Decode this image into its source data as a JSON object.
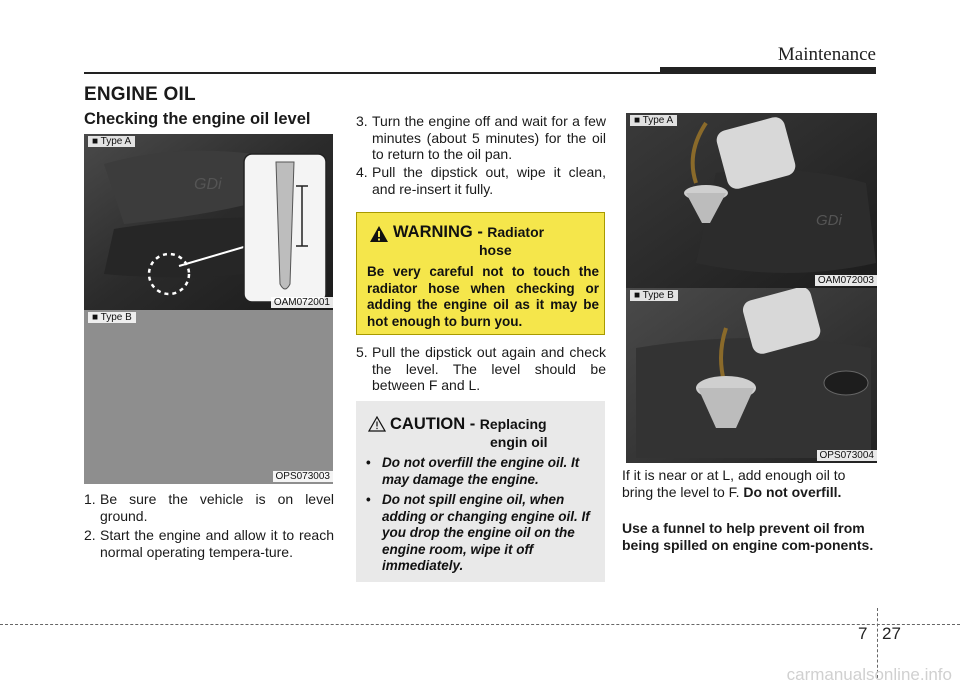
{
  "header": {
    "section": "Maintenance"
  },
  "section_title": "ENGINE OIL",
  "subheading": "Checking the engine oil level",
  "figures": {
    "left_top": {
      "tag": "■ Type A",
      "code": "OAM072001"
    },
    "left_bottom": {
      "tag": "■ Type B",
      "code": "OPS073003"
    },
    "right_top": {
      "tag": "■ Type A",
      "code": "OAM072003"
    },
    "right_bottom": {
      "tag": "■ Type B",
      "code": "OPS073004"
    }
  },
  "steps_left": [
    {
      "num": "1.",
      "text": "Be sure the vehicle is on level ground."
    },
    {
      "num": "2.",
      "text": "Start the engine and allow it to reach normal operating tempera-ture."
    }
  ],
  "steps_mid": [
    {
      "num": "3.",
      "text": "Turn the engine off and wait for a few minutes (about 5 minutes) for the oil to return to the oil pan."
    },
    {
      "num": "4.",
      "text": "Pull the dipstick out, wipe it clean, and re-insert it fully."
    },
    {
      "num": "5.",
      "text": "Pull the dipstick out again and check the level. The level should be between F and L."
    }
  ],
  "warning": {
    "label": "WARNING -",
    "topic_line1": "Radiator",
    "topic_line2": "hose",
    "text": "Be very careful not to touch the radiator hose when checking or adding the engine oil as it may be hot enough to burn you.",
    "color": "#f5e64b"
  },
  "caution": {
    "label": "CAUTION -",
    "topic_line1": "Replacing",
    "topic_line2": "engin oil",
    "items": [
      "Do not overfill the engine oil. It may damage the engine.",
      "Do not spill engine oil, when adding or changing engine oil. If you drop the engine oil on the engine room, wipe it off immediately."
    ]
  },
  "right_para1_text": "If it is near or at L, add enough oil to bring the level to F.",
  "right_para1_bold": "Do not overfill.",
  "right_para2": "Use a funnel to help prevent oil from being spilled on engine com-ponents.",
  "footer": {
    "chapter": "7",
    "page": "27"
  },
  "watermark": "carmanualsonline.info"
}
